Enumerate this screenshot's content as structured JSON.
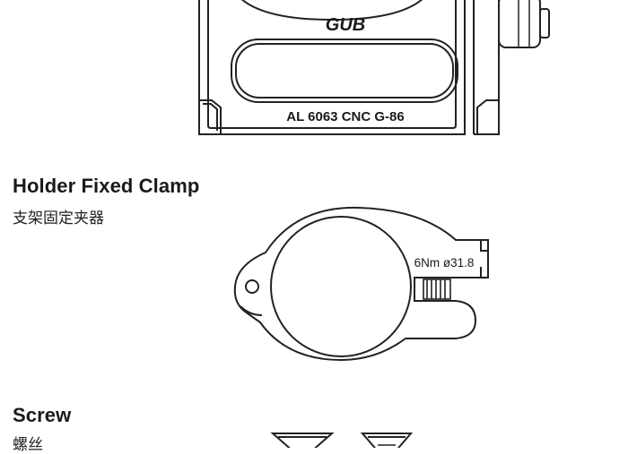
{
  "sections": {
    "holder": {
      "plate_logo": "GUB",
      "plate_text": "AL 6063 CNC G-86"
    },
    "clamp": {
      "title": "Holder Fixed Clamp",
      "subtitle": "支架固定夹器",
      "torque_label": "6Nm ø31.8"
    },
    "screw": {
      "title": "Screw",
      "subtitle": "螺丝"
    }
  }
}
